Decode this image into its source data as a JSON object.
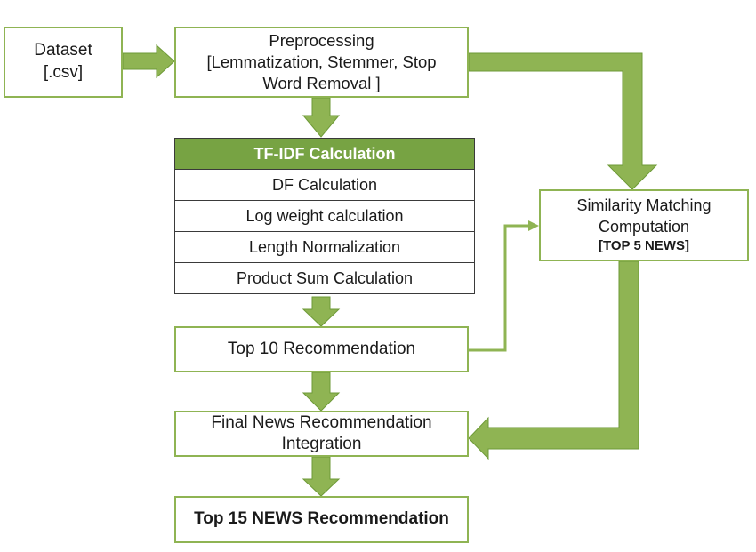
{
  "colors": {
    "box_border": "#8fb453",
    "arrow_fill": "#8fb453",
    "arrow_stroke": "#6e9a37",
    "table_header": "#77a343"
  },
  "nodes": {
    "dataset": {
      "line1": "Dataset",
      "line2": "[.csv]"
    },
    "preprocessing": {
      "line1": "Preprocessing",
      "line2": "[Lemmatization, Stemmer, Stop",
      "line3": "Word Removal ]"
    },
    "tfidf": {
      "header": "TF-IDF Calculation",
      "rows": [
        "DF Calculation",
        "Log weight calculation",
        "Length Normalization",
        "Product Sum Calculation"
      ]
    },
    "top10": {
      "label": "Top 10 Recommendation"
    },
    "similarity": {
      "line1": "Similarity Matching",
      "line2": "Computation",
      "line3": "[TOP 5 NEWS]"
    },
    "final": {
      "line1": "Final News Recommendation",
      "line2": "Integration"
    },
    "top15": {
      "label": "Top 15 NEWS Recommendation"
    }
  }
}
